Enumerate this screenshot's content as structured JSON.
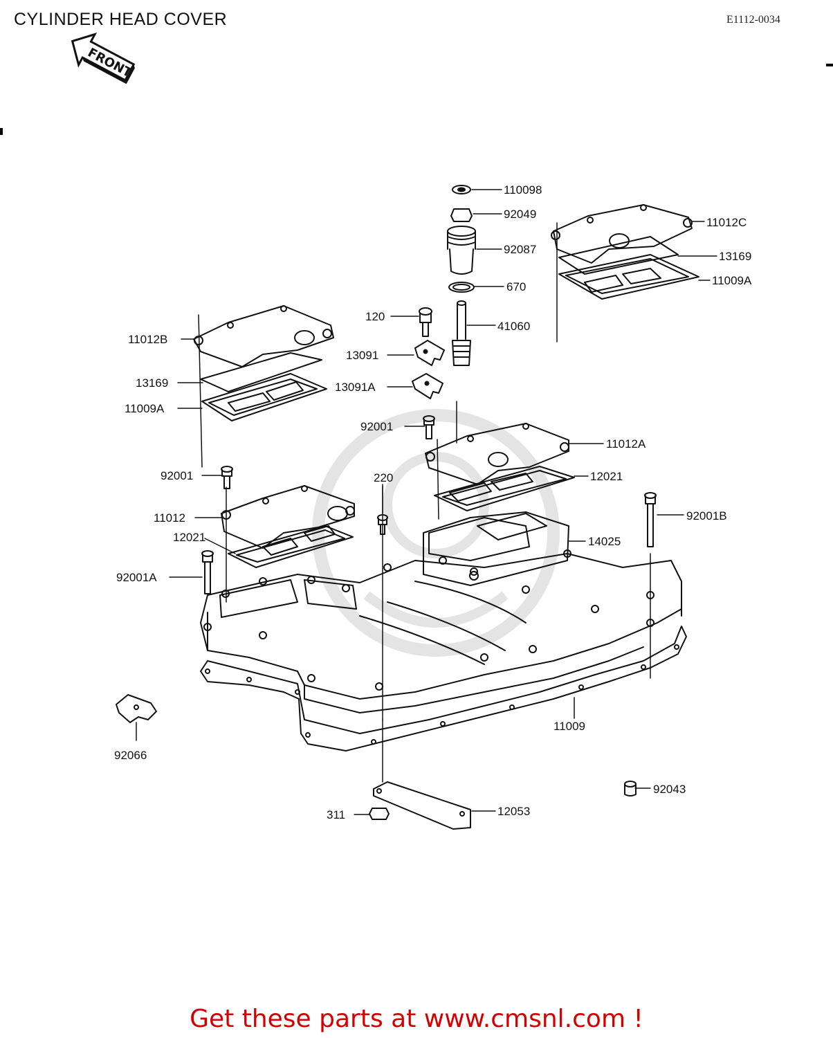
{
  "header": {
    "title": "CYLINDER HEAD COVER",
    "diagram_code": "E1112-0034",
    "front_label": "FRONT"
  },
  "parts": [
    {
      "id": "p-110098",
      "label": "110098"
    },
    {
      "id": "p-92049",
      "label": "92049"
    },
    {
      "id": "p-92087",
      "label": "92087"
    },
    {
      "id": "p-670",
      "label": "670"
    },
    {
      "id": "p-41060",
      "label": "41060"
    },
    {
      "id": "p-120",
      "label": "120"
    },
    {
      "id": "p-13091",
      "label": "13091"
    },
    {
      "id": "p-13091a",
      "label": "13091A"
    },
    {
      "id": "p-92001-mid",
      "label": "92001"
    },
    {
      "id": "p-11012c",
      "label": "11012C"
    },
    {
      "id": "p-13169-right",
      "label": "13169"
    },
    {
      "id": "p-11009a-right",
      "label": "11009A"
    },
    {
      "id": "p-11012b",
      "label": "11012B"
    },
    {
      "id": "p-13169-left",
      "label": "13169"
    },
    {
      "id": "p-11009a-left",
      "label": "11009A"
    },
    {
      "id": "p-92001-left",
      "label": "92001"
    },
    {
      "id": "p-11012a",
      "label": "11012A"
    },
    {
      "id": "p-12021-right",
      "label": "12021"
    },
    {
      "id": "p-220",
      "label": "220"
    },
    {
      "id": "p-11012",
      "label": "11012"
    },
    {
      "id": "p-12021-left",
      "label": "12021"
    },
    {
      "id": "p-92001b",
      "label": "92001B"
    },
    {
      "id": "p-14025",
      "label": "14025"
    },
    {
      "id": "p-92001a",
      "label": "92001A"
    },
    {
      "id": "p-11009",
      "label": "11009"
    },
    {
      "id": "p-92066",
      "label": "92066"
    },
    {
      "id": "p-92043",
      "label": "92043"
    },
    {
      "id": "p-311",
      "label": "311"
    },
    {
      "id": "p-12053",
      "label": "12053"
    }
  ],
  "footer": {
    "link_text": "Get these parts at www.cmsnl.com !"
  },
  "colors": {
    "ink": "#111111",
    "footer": "#d40000"
  }
}
